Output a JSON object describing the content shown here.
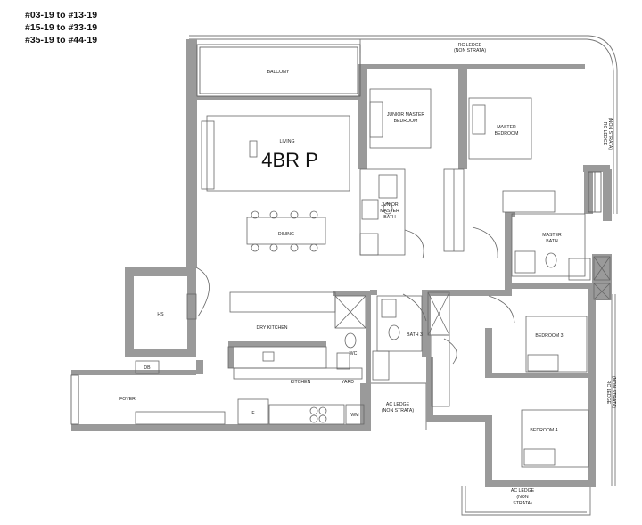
{
  "unit_numbers": [
    "#03-19 to #13-19",
    "#15-19 to #33-19",
    "#35-19 to #44-19"
  ],
  "plan_type": "4BR P",
  "rooms": {
    "balcony": "BALCONY",
    "living": "LIVING",
    "dining": "DINING",
    "junior_master_bedroom": [
      "JUNIOR MASTER",
      "BEDROOM"
    ],
    "master_bedroom": [
      "MASTER",
      "BEDROOM"
    ],
    "junior_master_bath": [
      "JUNIOR",
      "MASTER",
      "BATH"
    ],
    "master_bath": [
      "MASTER",
      "BATH"
    ],
    "hs": "HS",
    "dry_kitchen": "DRY KITCHEN",
    "bath3": "BATH 3",
    "wc": "WC",
    "bedroom3": "BEDROOM 3",
    "kitchen": "KITCHEN",
    "yard": "YARD",
    "db": "DB",
    "foyer": "FOYER",
    "fridge": "F",
    "wm": "WM",
    "bedroom4": "BEDROOM 4"
  },
  "ledges": {
    "rc_ledge_top": [
      "RC LEDGE",
      "(NON STRATA)"
    ],
    "rc_ledge_right_upper": [
      "RC LEDGE",
      "(NON STRATA)"
    ],
    "rc_ledge_right_lower": [
      "RC LEDGE",
      "(NON STRATA)"
    ],
    "ac_ledge_middle": [
      "AC LEDGE",
      "(NON STRATA)"
    ],
    "ac_ledge_bottom": [
      "AC LEDGE",
      "(NON",
      "STRATA)"
    ]
  },
  "colors": {
    "wall": "#9a9a9a",
    "line": "#555555",
    "fixture": "#8a8a8a"
  }
}
